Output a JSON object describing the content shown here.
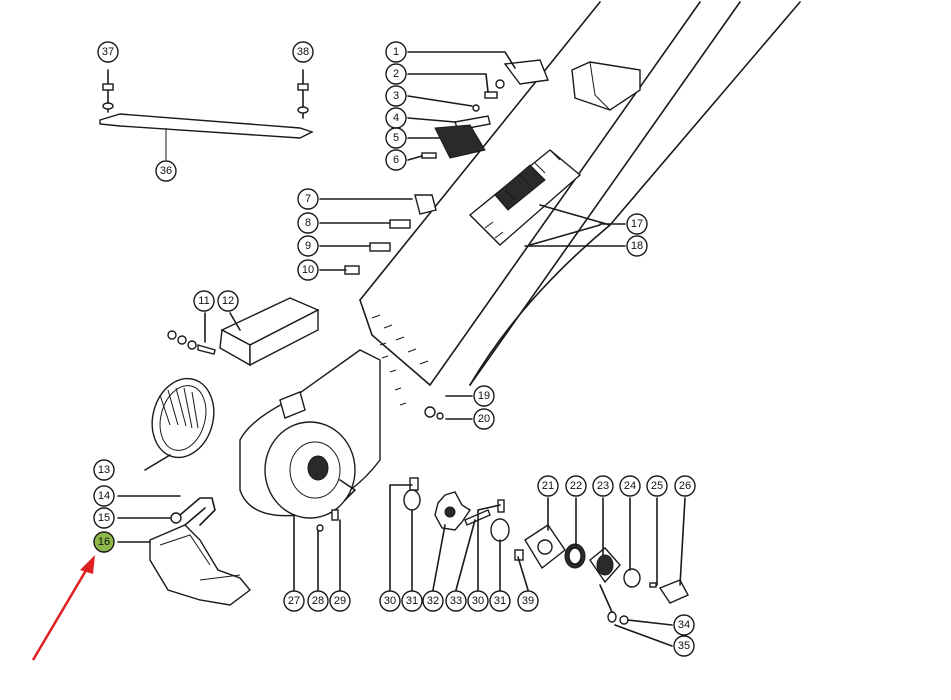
{
  "diagram": {
    "highlight_color": "#8db84a",
    "arrow_color": "#e02020",
    "line_color": "#1a1a1a",
    "highlighted_part": "16",
    "callouts": [
      "1",
      "2",
      "3",
      "4",
      "5",
      "6",
      "7",
      "8",
      "9",
      "10",
      "11",
      "12",
      "13",
      "14",
      "15",
      "16",
      "17",
      "18",
      "19",
      "20",
      "21",
      "22",
      "23",
      "24",
      "25",
      "26",
      "27",
      "28",
      "29",
      "30",
      "31",
      "32",
      "33",
      "30",
      "31",
      "39",
      "34",
      "35",
      "36",
      "37",
      "38"
    ]
  }
}
